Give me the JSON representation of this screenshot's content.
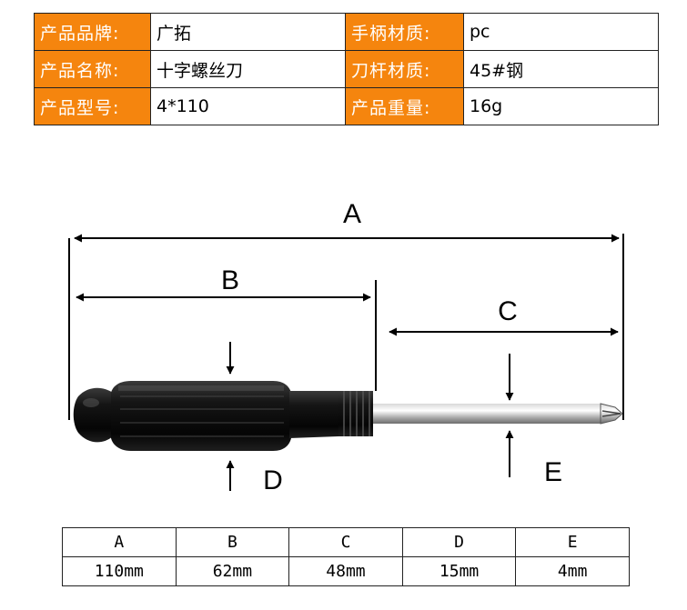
{
  "spec": {
    "rows": [
      {
        "label1": "产品品牌:",
        "value1": "广拓",
        "label2": "手柄材质:",
        "value2": "pc"
      },
      {
        "label1": "产品名称:",
        "value1": "十字螺丝刀",
        "label2": "刀杆材质:",
        "value2": "45#钢"
      },
      {
        "label1": "产品型号:",
        "value1": "4*110",
        "label2": "产品重量:",
        "value2": "16g"
      }
    ]
  },
  "diagram": {
    "letters": {
      "a": "A",
      "b": "B",
      "c": "C",
      "d": "D",
      "e": "E"
    }
  },
  "dimensions": {
    "headers": [
      "A",
      "B",
      "C",
      "D",
      "E"
    ],
    "values": [
      "110mm",
      "62mm",
      "48mm",
      "15mm",
      "4mm"
    ]
  },
  "colors": {
    "label_bg": "#f5850e",
    "label_text": "#ffffff"
  }
}
